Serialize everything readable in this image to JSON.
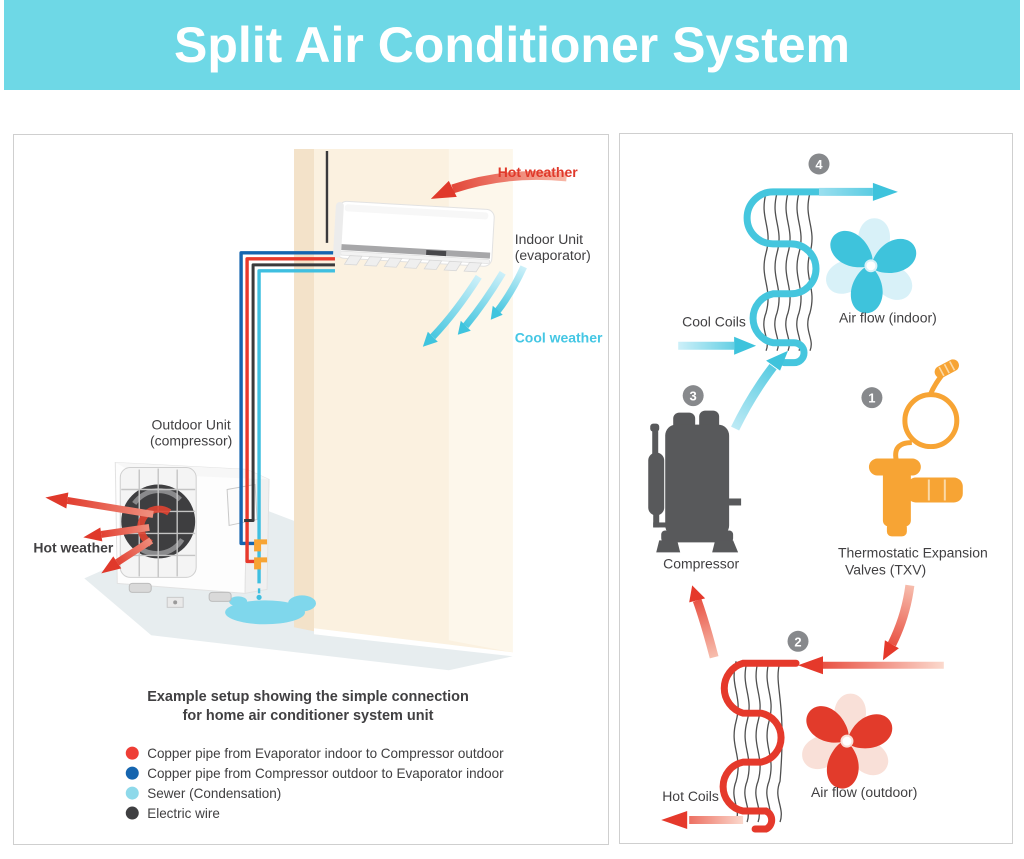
{
  "header": {
    "title": "Split Air Conditioner System"
  },
  "left_panel": {
    "labels": {
      "hot_weather_top": "Hot weather",
      "indoor_unit_line1": "Indoor Unit",
      "indoor_unit_line2": "(evaporator)",
      "cool_weather": "Cool weather",
      "outdoor_unit_line1": "Outdoor Unit",
      "outdoor_unit_line2": "(compressor)",
      "hot_weather_side": "Hot weather"
    },
    "caption": {
      "line1": "Example setup showing the simple connection",
      "line2": "for home air conditioner system unit"
    },
    "legend": [
      {
        "color": "#EE3E36",
        "label": "Copper pipe from Evaporator indoor to Compressor outdoor"
      },
      {
        "color": "#1565AF",
        "label": "Copper pipe from Compressor outdoor to Evaporator indoor"
      },
      {
        "color": "#8ED9EA",
        "label": "Sewer (Condensation)"
      },
      {
        "color": "#3F3F41",
        "label": "Electric wire"
      }
    ]
  },
  "right_panel": {
    "badges": {
      "one": "1",
      "two": "2",
      "three": "3",
      "four": "4"
    },
    "labels": {
      "cool_coils": "Cool Coils",
      "air_flow_indoor": "Air flow (indoor)",
      "compressor": "Compressor",
      "txv_line1": "Thermostatic Expansion",
      "txv_line2": "Valves (TXV)",
      "hot_coils": "Hot Coils",
      "air_flow_outdoor": "Air flow (outdoor)"
    }
  },
  "colors": {
    "header_bg": "#6ED8E6",
    "cool_accent": "#45C6DE",
    "hot_accent": "#E5392B",
    "orange_accent": "#F7A434",
    "badge_gray": "#87898C",
    "text_gray": "#414042",
    "pipe_blue": "#1565AF",
    "pipe_red": "#E8392B",
    "pipe_cyan": "#3FBFE0",
    "wire_black": "#3A3A3C"
  }
}
